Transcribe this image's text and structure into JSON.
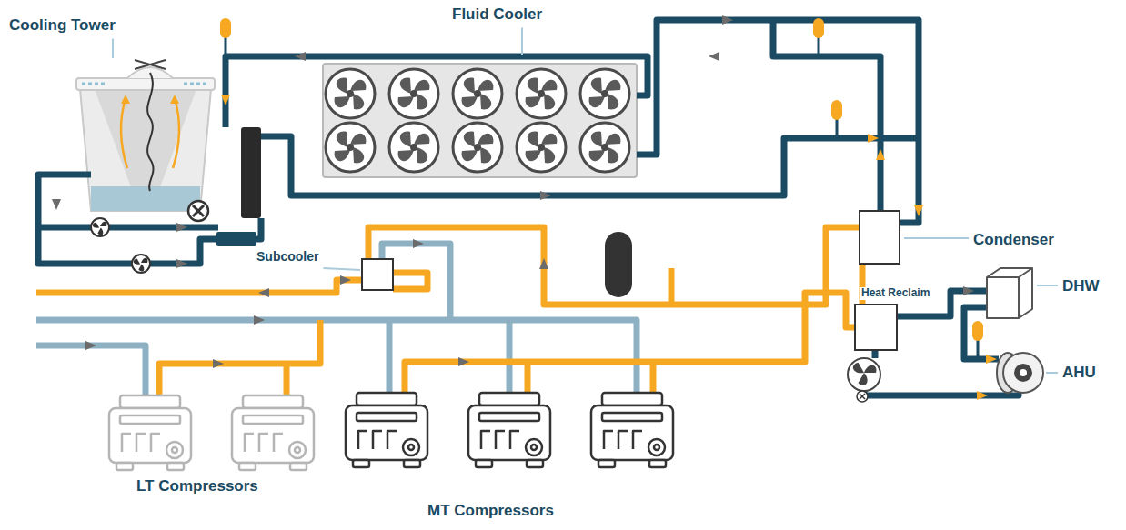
{
  "diagram": {
    "labels": [
      "Cooling Tower",
      "Fluid Cooler",
      "Subcooler",
      "Condenser",
      "Heat Reclaim",
      "DHW",
      "AHU",
      "LT Compressors",
      "MT Compressors"
    ]
  }
}
